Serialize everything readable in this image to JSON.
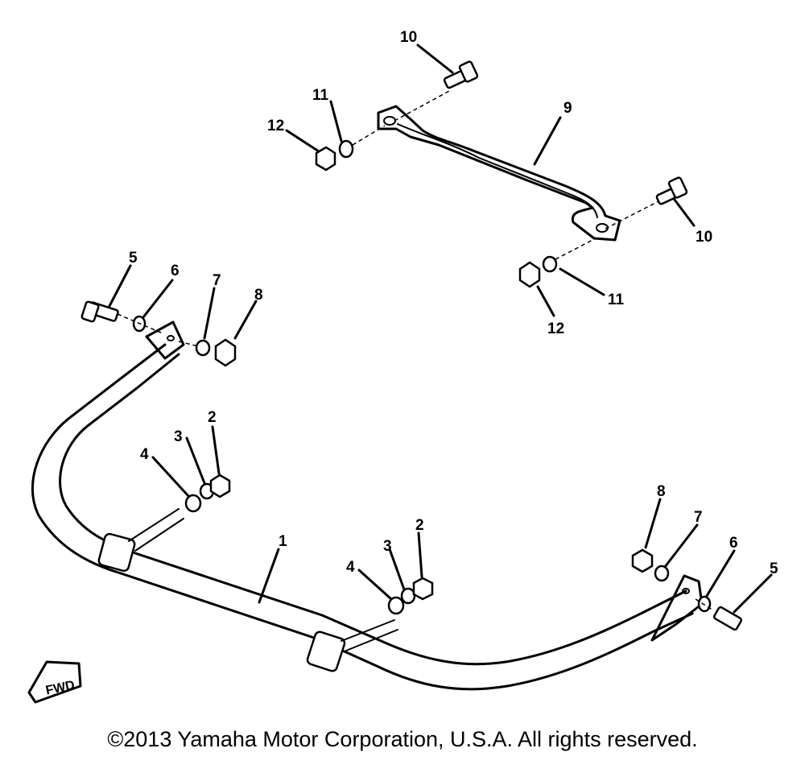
{
  "callouts": [
    "1",
    "2",
    "3",
    "4",
    "5",
    "6",
    "7",
    "8",
    "9",
    "10",
    "11",
    "12"
  ],
  "fwd_label": "FWD",
  "copyright": "©2013 Yamaha Motor Corporation, U.S.A. All rights reserved."
}
